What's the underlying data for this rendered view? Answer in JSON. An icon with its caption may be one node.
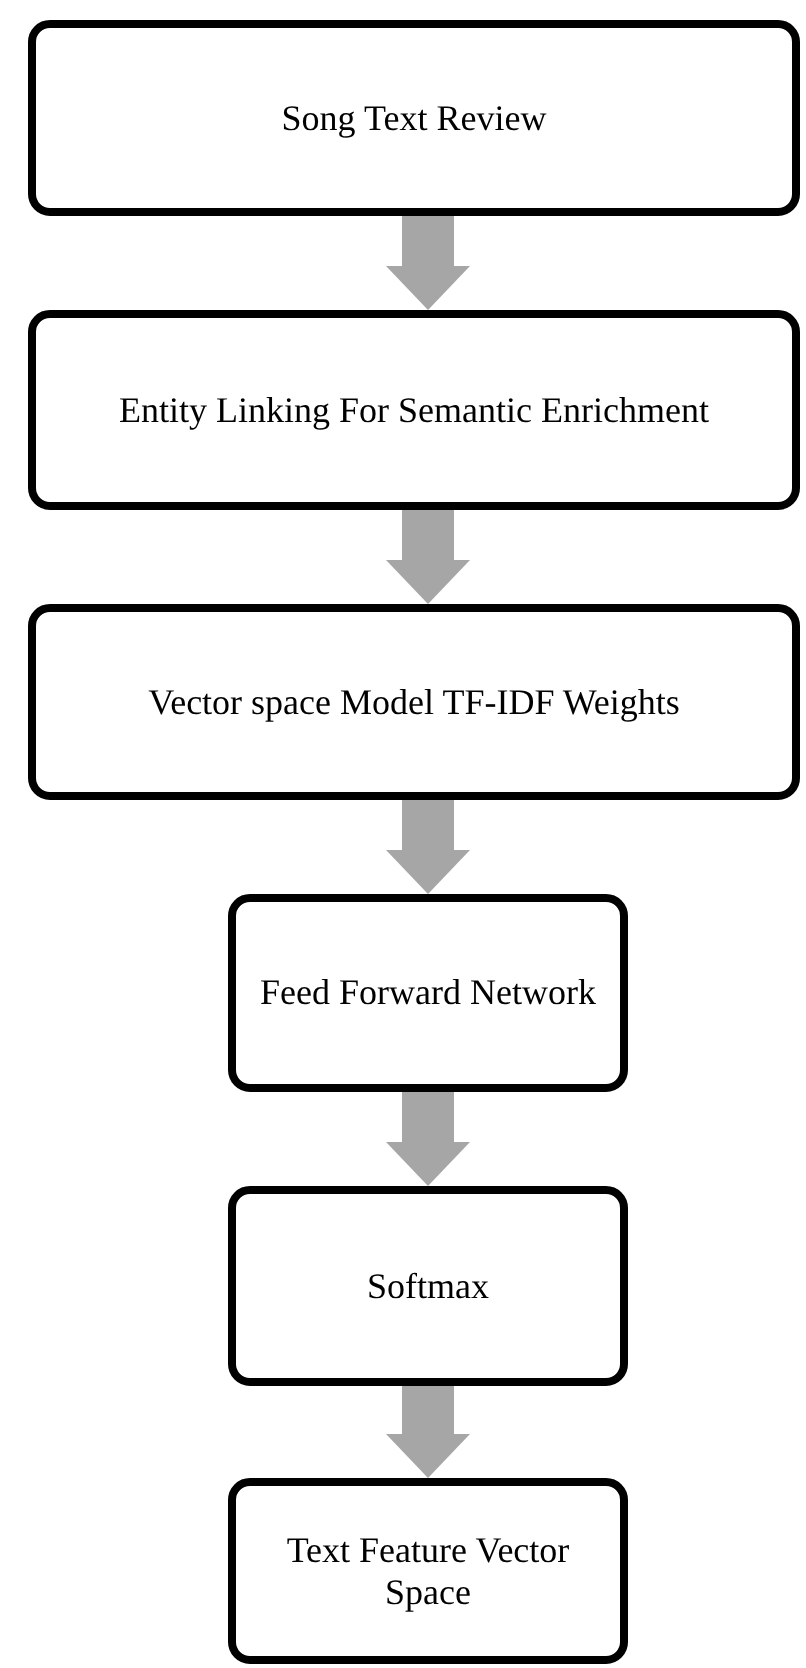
{
  "diagram": {
    "nodes": [
      {
        "text": [
          "Song Text Review"
        ]
      },
      {
        "text": [
          "Entity Linking For Semantic Enrichment"
        ]
      },
      {
        "text": [
          "Vector space Model TF-IDF Weights"
        ]
      },
      {
        "text": [
          "Feed Forward Network"
        ]
      },
      {
        "text": [
          "Softmax"
        ]
      },
      {
        "text": [
          "Text Feature Vector Space"
        ]
      }
    ],
    "edges": [
      {
        "from": 0,
        "to": 1,
        "arrow": "to"
      },
      {
        "from": 1,
        "to": 2,
        "arrow": "to"
      },
      {
        "from": 2,
        "to": 3,
        "arrow": "to"
      },
      {
        "from": 3,
        "to": 4,
        "arrow": "to"
      },
      {
        "from": 4,
        "to": 5,
        "arrow": "to"
      }
    ]
  }
}
